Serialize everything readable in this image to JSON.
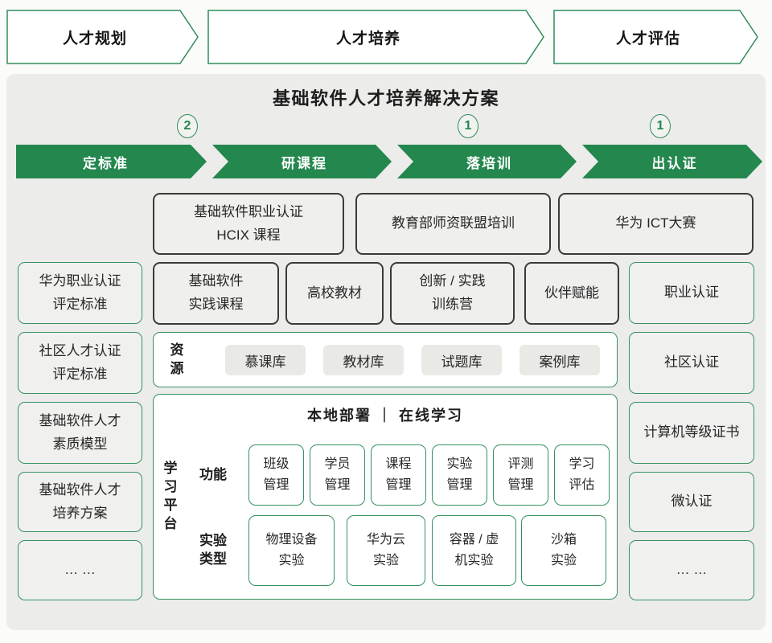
{
  "header_flow": {
    "steps": [
      "人才规划",
      "人才培养",
      "人才评估"
    ]
  },
  "solution": {
    "title": "基础软件人才培养解决方案",
    "badges": [
      "2",
      "1",
      "1"
    ],
    "process": [
      "定标准",
      "研课程",
      "落培训",
      "出认证"
    ],
    "row1": [
      "基础软件职业认证\nHCIX 课程",
      "教育部师资联盟培训",
      "华为 ICT大赛"
    ],
    "row2": [
      "基础软件\n实践课程",
      "高校教材",
      "创新 / 实践\n训练营",
      "伙伴赋能"
    ],
    "left_column": [
      "华为职业认证\n评定标准",
      "社区人才认证\n评定标准",
      "基础软件人才\n素质模型",
      "基础软件人才\n培养方案",
      "… …"
    ],
    "right_column": [
      "职业认证",
      "社区认证",
      "计算机等级证书",
      "微认证",
      "… …"
    ],
    "resources": {
      "label": "资\n源",
      "items": [
        "慕课库",
        "教材库",
        "试题库",
        "案例库"
      ]
    },
    "platform": {
      "label": "学\n习\n平\n台",
      "deploy_title": "本地部署 ｜ 在线学习",
      "function_label": "功能",
      "functions": [
        "班级\n管理",
        "学员\n管理",
        "课程\n管理",
        "实验\n管理",
        "评测\n管理",
        "学习\n评估"
      ],
      "experiment_label": "实验\n类型",
      "experiments": [
        "物理设备\n实验",
        "华为云\n实验",
        "容器 / 虚\n机实验",
        "沙箱\n实验"
      ]
    }
  },
  "colors": {
    "green_fill": "#23874e",
    "green_border": "#35915f",
    "panel_bg": "#ececea",
    "dark_border": "#3a3a3a"
  }
}
